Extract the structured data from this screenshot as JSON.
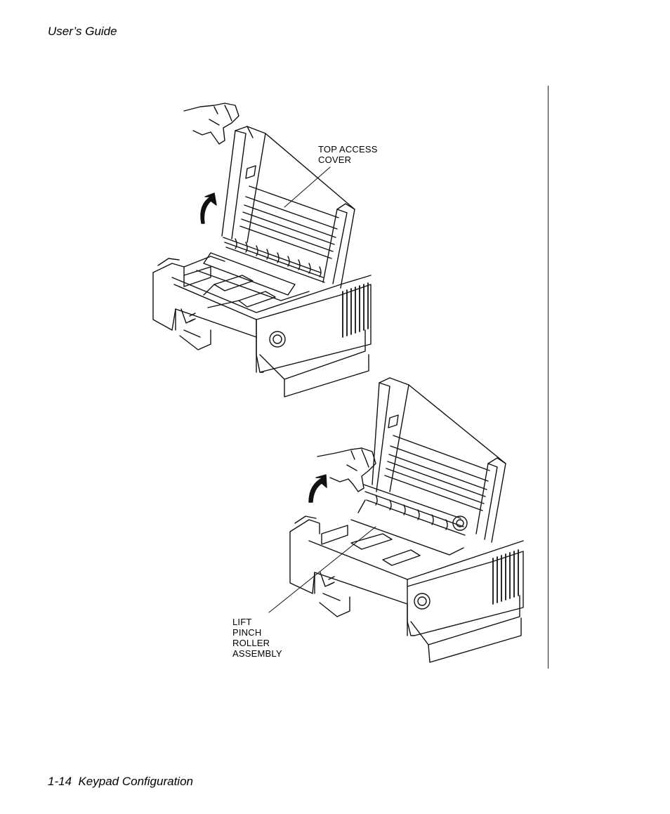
{
  "header": {
    "title": "User’s Guide"
  },
  "figure": {
    "callout_top": [
      "TOP ACCESS",
      "COVER"
    ],
    "callout_bottom": [
      "LIFT",
      "PINCH",
      "ROLLER",
      "ASSEMBLY"
    ]
  },
  "footer": {
    "text": "1-14  Keypad Configuration"
  }
}
